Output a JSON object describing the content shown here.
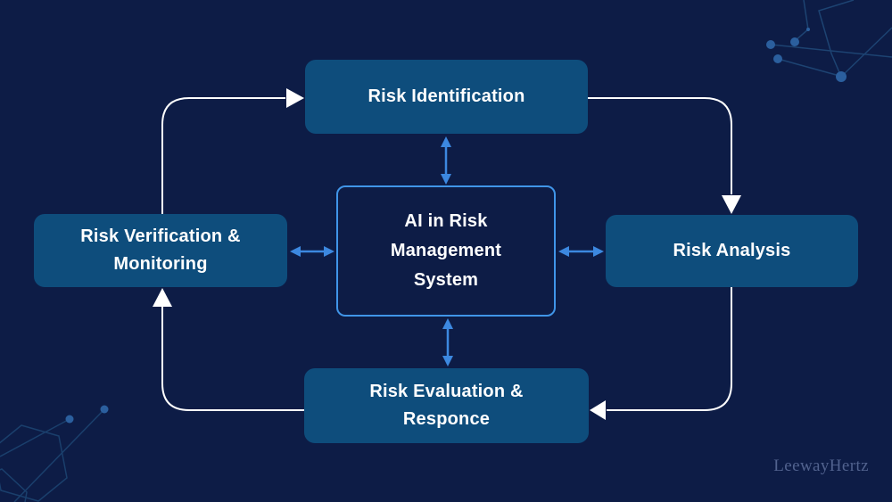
{
  "canvas": {
    "background": "#0d1c46"
  },
  "colors": {
    "node_fill": "#0e4d7c",
    "node_text": "#ffffff",
    "center_border": "#4095e8",
    "connector_blue": "#3c88e0",
    "connector_white": "#ffffff",
    "decor_line": "#1d4372",
    "decor_dot": "#2b5f9e",
    "watermark_text": "#51628e"
  },
  "diagram": {
    "center": {
      "label": "AI in Risk Management System",
      "lines": [
        "AI in Risk",
        "Management",
        "System"
      ]
    },
    "nodes": {
      "top": {
        "label": "Risk Identification"
      },
      "right": {
        "label": "Risk Analysis"
      },
      "bottom": {
        "label": "Risk Evaluation & Responce",
        "lines": [
          "Risk Evaluation &",
          "Responce"
        ]
      },
      "left": {
        "label": "Risk Verification & Monitoring",
        "lines": [
          "Risk Verification &",
          "Monitoring"
        ]
      }
    }
  },
  "watermark": {
    "text": "LeewayHertz"
  }
}
